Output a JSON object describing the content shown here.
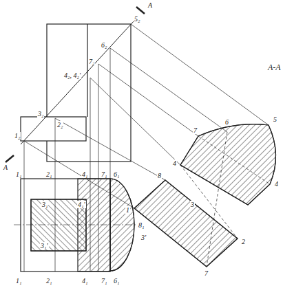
{
  "diagram": {
    "labels": [
      "A",
      "A-A",
      "A",
      "5₂",
      "6₂",
      "7₂",
      "4₂, 4₂'",
      "3₂",
      "2₂",
      "1₂",
      "1₁",
      "2₁",
      "4₁",
      "7₁",
      "6₁",
      "3₁",
      "4₁'",
      "8₁",
      "3₁'",
      "1₁",
      "2₁",
      "4₁",
      "7₁",
      "6₁",
      "5",
      "6",
      "7",
      "4",
      "1",
      "8",
      "3",
      "2",
      "7",
      "4",
      "3'"
    ]
  }
}
